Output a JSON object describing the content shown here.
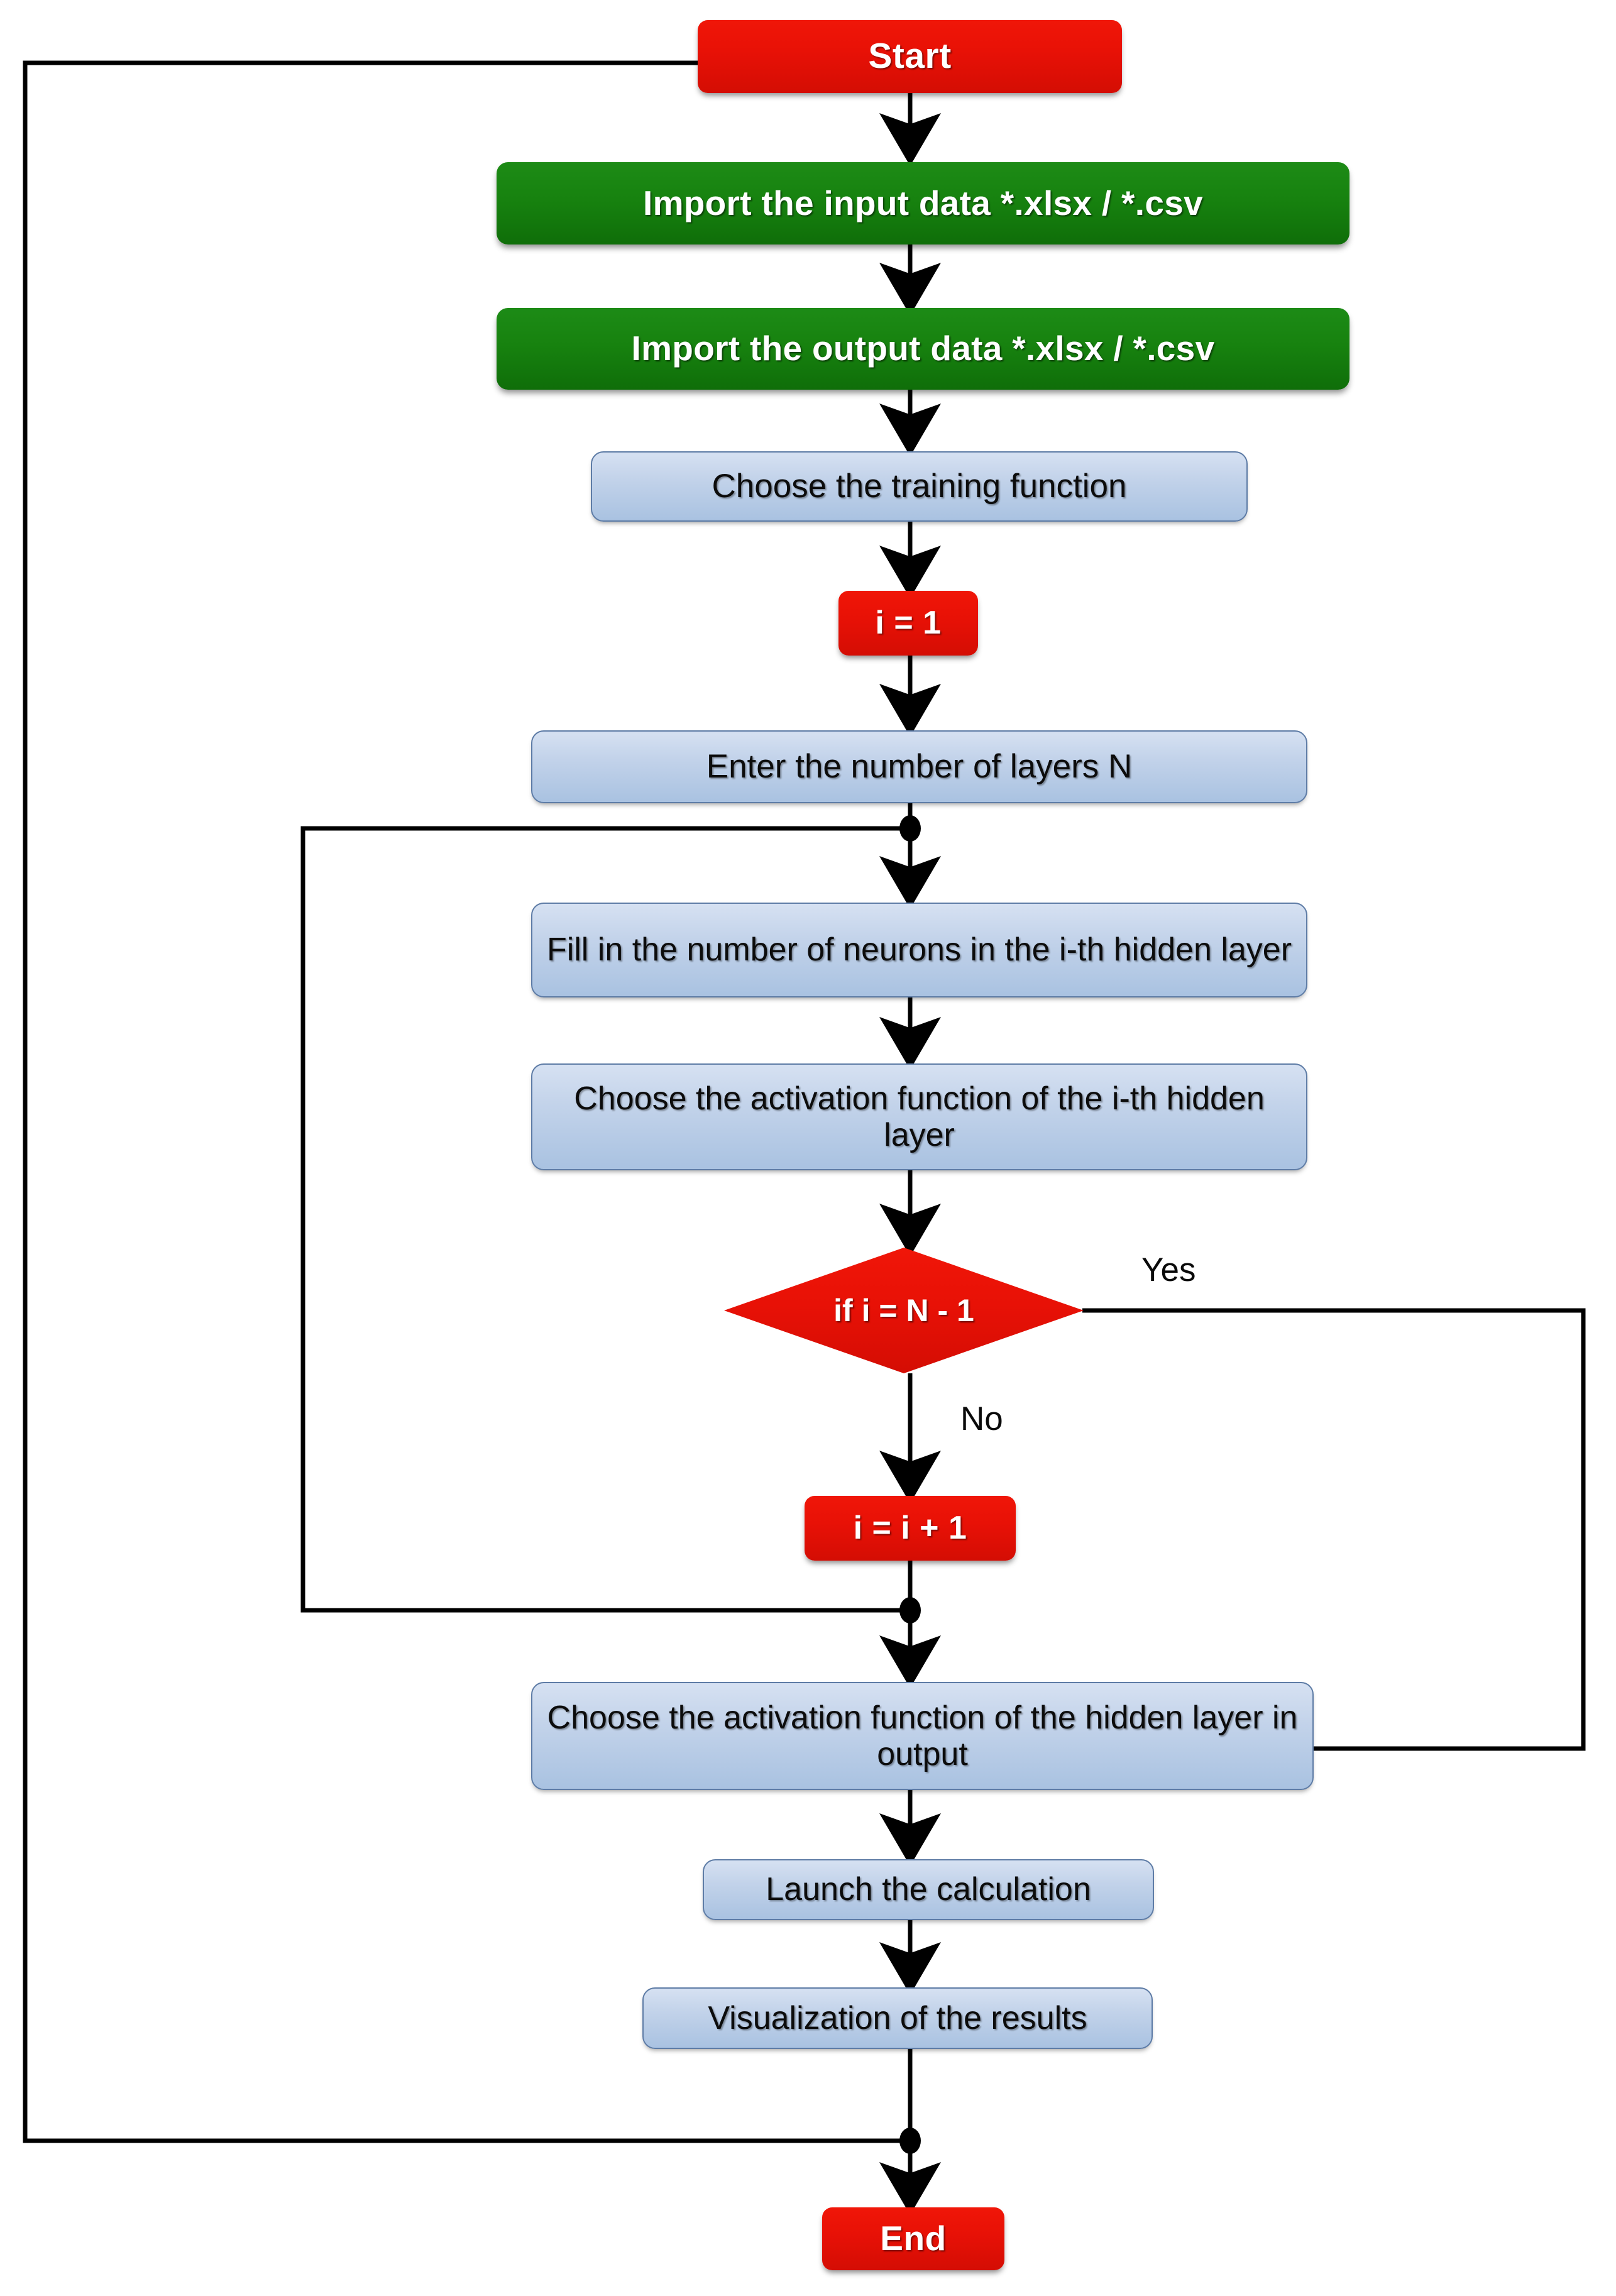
{
  "diagram": {
    "title": "Neural network configuration flowchart",
    "type": "flowchart",
    "colors": {
      "terminator_fill": "#e81106",
      "import_fill": "#17820f",
      "process_fill": "#c3d3ea",
      "process_border": "#5e7ca6",
      "decision_fill": "#e81106",
      "edge_stroke": "#000000",
      "background": "#ffffff"
    },
    "nodes": [
      {
        "id": "start",
        "shape": "terminator",
        "color": "red",
        "text": "Start"
      },
      {
        "id": "import_input",
        "shape": "process",
        "color": "green",
        "text": "Import the input data *.xlsx / *.csv"
      },
      {
        "id": "import_output",
        "shape": "process",
        "color": "green",
        "text": "Import the output data *.xlsx / *.csv"
      },
      {
        "id": "train_fn",
        "shape": "process",
        "color": "blue",
        "text": "Choose the training function"
      },
      {
        "id": "i_init",
        "shape": "process",
        "color": "red",
        "text": "i = 1"
      },
      {
        "id": "layers_n",
        "shape": "process",
        "color": "blue",
        "text": "Enter the number of layers N"
      },
      {
        "id": "neurons_ith",
        "shape": "process",
        "color": "blue",
        "text": "Fill in the number of neurons in the i-th hidden layer"
      },
      {
        "id": "act_ith",
        "shape": "process",
        "color": "blue",
        "text": "Choose the activation function of the i-th hidden layer"
      },
      {
        "id": "decision",
        "shape": "decision",
        "color": "red",
        "text": "if i = N - 1"
      },
      {
        "id": "i_incr",
        "shape": "process",
        "color": "red",
        "text": "i = i + 1"
      },
      {
        "id": "act_output",
        "shape": "process",
        "color": "blue",
        "text": "Choose the activation function of the hidden layer in output"
      },
      {
        "id": "launch",
        "shape": "process",
        "color": "blue",
        "text": "Launch the calculation"
      },
      {
        "id": "visualize",
        "shape": "process",
        "color": "blue",
        "text": "Visualization of the results"
      },
      {
        "id": "end",
        "shape": "terminator",
        "color": "red",
        "text": "End"
      }
    ],
    "edge_labels": {
      "yes": "Yes",
      "no": "No"
    },
    "edges": [
      {
        "from": "start",
        "to": "import_input",
        "label": ""
      },
      {
        "from": "import_input",
        "to": "import_output",
        "label": ""
      },
      {
        "from": "import_output",
        "to": "train_fn",
        "label": ""
      },
      {
        "from": "train_fn",
        "to": "i_init",
        "label": ""
      },
      {
        "from": "i_init",
        "to": "layers_n",
        "label": ""
      },
      {
        "from": "layers_n",
        "to": "neurons_ith",
        "label": ""
      },
      {
        "from": "neurons_ith",
        "to": "act_ith",
        "label": ""
      },
      {
        "from": "act_ith",
        "to": "decision",
        "label": ""
      },
      {
        "from": "decision",
        "to": "i_incr",
        "label": "No"
      },
      {
        "from": "decision",
        "to": "act_output",
        "label": "Yes"
      },
      {
        "from": "i_incr",
        "to": "neurons_ith",
        "label": ""
      },
      {
        "from": "act_output",
        "to": "launch",
        "label": ""
      },
      {
        "from": "launch",
        "to": "visualize",
        "label": ""
      },
      {
        "from": "visualize",
        "to": "end",
        "label": ""
      },
      {
        "from": "visualize",
        "to": "start",
        "label": ""
      }
    ]
  }
}
